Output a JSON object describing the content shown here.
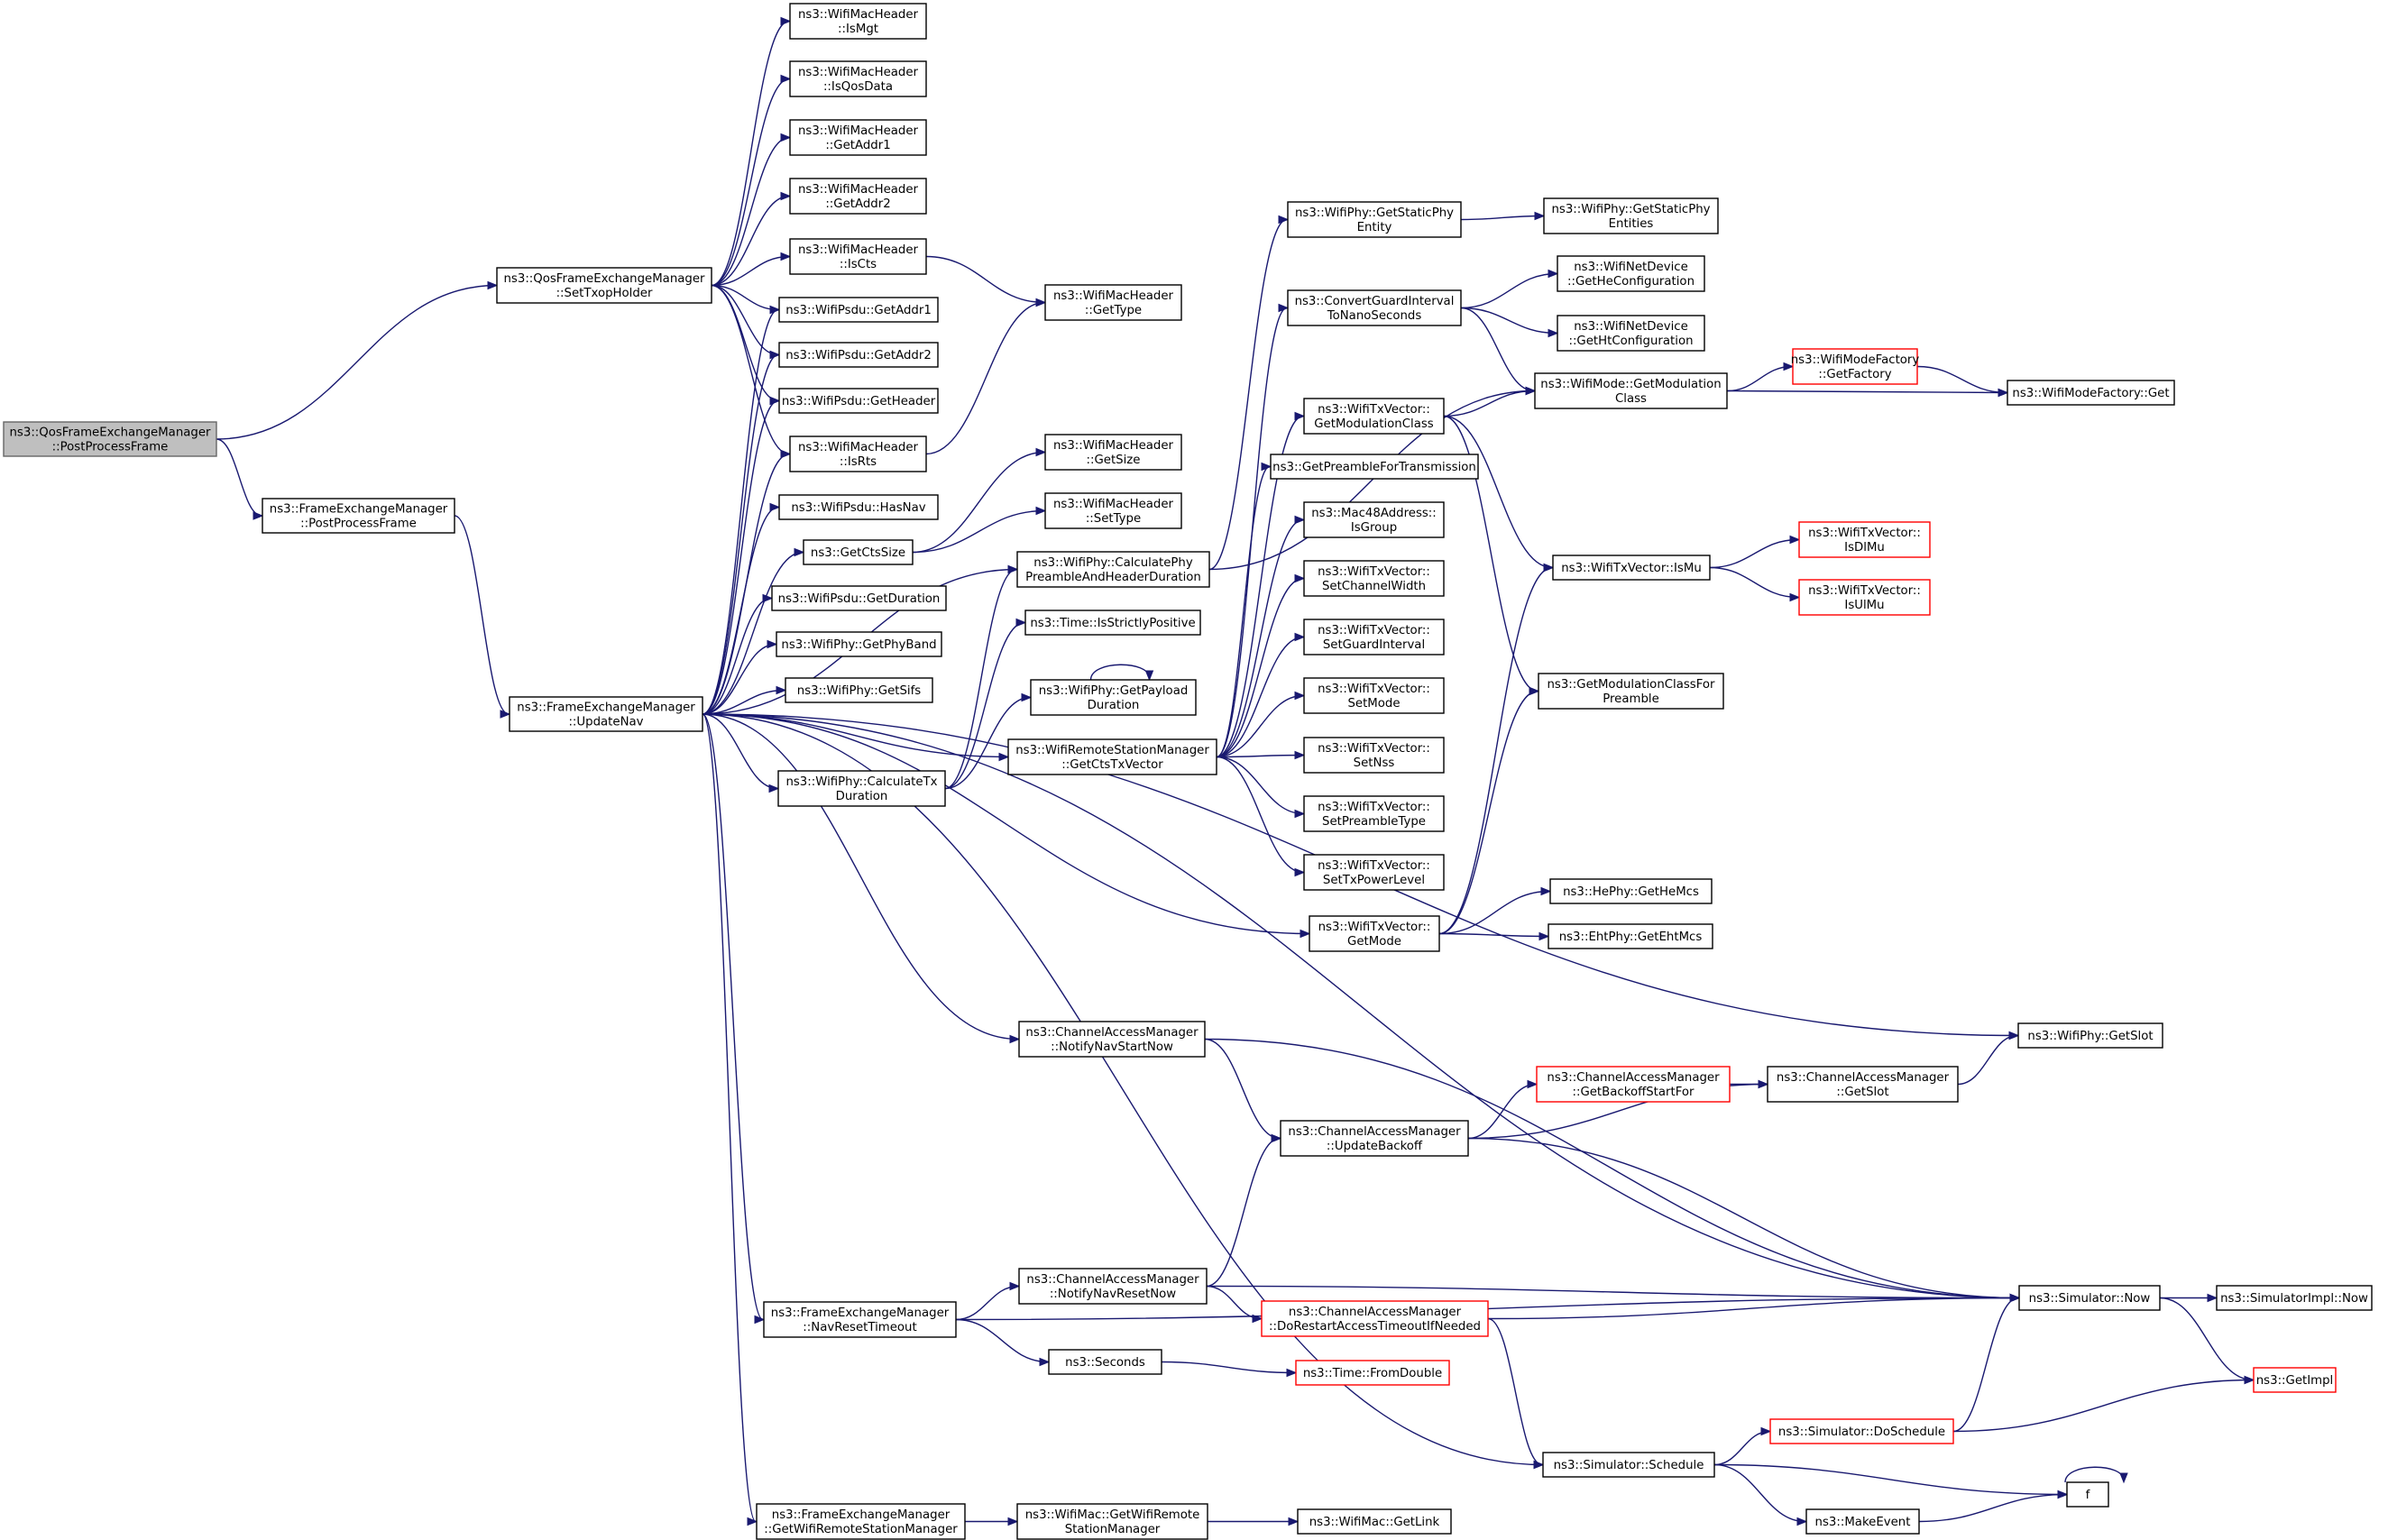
{
  "diagram": {
    "type": "call-graph",
    "root": "qos_post",
    "colors": {
      "edge": "#191970",
      "root_fill": "#bfbfbf",
      "truncated_border": "#ff0000",
      "node_border": "#000000"
    },
    "nodes": [
      {
        "id": "qos_post",
        "lines": [
          "ns3::QosFrameExchangeManager",
          "::PostProcessFrame"
        ],
        "root": true
      },
      {
        "id": "fem_post",
        "lines": [
          "ns3::FrameExchangeManager",
          "::PostProcessFrame"
        ]
      },
      {
        "id": "set_txop",
        "lines": [
          "ns3::QosFrameExchangeManager",
          "::SetTxopHolder"
        ]
      },
      {
        "id": "update_nav",
        "lines": [
          "ns3::FrameExchangeManager",
          "::UpdateNav"
        ]
      },
      {
        "id": "is_mgt",
        "lines": [
          "ns3::WifiMacHeader",
          "::IsMgt"
        ]
      },
      {
        "id": "is_qosdata",
        "lines": [
          "ns3::WifiMacHeader",
          "::IsQosData"
        ]
      },
      {
        "id": "get_addr1_h",
        "lines": [
          "ns3::WifiMacHeader",
          "::GetAddr1"
        ]
      },
      {
        "id": "get_addr2_h",
        "lines": [
          "ns3::WifiMacHeader",
          "::GetAddr2"
        ]
      },
      {
        "id": "is_cts",
        "lines": [
          "ns3::WifiMacHeader",
          "::IsCts"
        ]
      },
      {
        "id": "psdu_addr1",
        "lines": [
          "ns3::WifiPsdu::GetAddr1"
        ]
      },
      {
        "id": "psdu_addr2",
        "lines": [
          "ns3::WifiPsdu::GetAddr2"
        ]
      },
      {
        "id": "psdu_header",
        "lines": [
          "ns3::WifiPsdu::GetHeader"
        ]
      },
      {
        "id": "is_rts",
        "lines": [
          "ns3::WifiMacHeader",
          "::IsRts"
        ]
      },
      {
        "id": "has_nav",
        "lines": [
          "ns3::WifiPsdu::HasNav"
        ]
      },
      {
        "id": "get_cts_size",
        "lines": [
          "ns3::GetCtsSize"
        ]
      },
      {
        "id": "psdu_duration",
        "lines": [
          "ns3::WifiPsdu::GetDuration"
        ]
      },
      {
        "id": "phy_band",
        "lines": [
          "ns3::WifiPhy::GetPhyBand"
        ]
      },
      {
        "id": "phy_sifs",
        "lines": [
          "ns3::WifiPhy::GetSifs"
        ]
      },
      {
        "id": "calc_tx",
        "lines": [
          "ns3::WifiPhy::CalculateTx",
          "Duration"
        ]
      },
      {
        "id": "hdr_get_type",
        "lines": [
          "ns3::WifiMacHeader",
          "::GetType"
        ]
      },
      {
        "id": "hdr_get_size",
        "lines": [
          "ns3::WifiMacHeader",
          "::GetSize"
        ]
      },
      {
        "id": "hdr_set_type",
        "lines": [
          "ns3::WifiMacHeader",
          "::SetType"
        ]
      },
      {
        "id": "calc_preamble",
        "lines": [
          "ns3::WifiPhy::CalculatePhy",
          "PreambleAndHeaderDuration"
        ]
      },
      {
        "id": "strictly_pos",
        "lines": [
          "ns3::Time::IsStrictlyPositive"
        ]
      },
      {
        "id": "payload_dur",
        "lines": [
          "ns3::WifiPhy::GetPayload",
          "Duration"
        ]
      },
      {
        "id": "cts_txvector",
        "lines": [
          "ns3::WifiRemoteStationManager",
          "::GetCtsTxVector"
        ]
      },
      {
        "id": "static_phy",
        "lines": [
          "ns3::WifiPhy::GetStaticPhy",
          "Entity"
        ]
      },
      {
        "id": "static_phy_entities",
        "lines": [
          "ns3::WifiPhy::GetStaticPhy",
          "Entities"
        ]
      },
      {
        "id": "convert_gi",
        "lines": [
          "ns3::ConvertGuardInterval",
          "ToNanoSeconds"
        ]
      },
      {
        "id": "he_config",
        "lines": [
          "ns3::WifiNetDevice",
          "::GetHeConfiguration"
        ]
      },
      {
        "id": "ht_config",
        "lines": [
          "ns3::WifiNetDevice",
          "::GetHtConfiguration"
        ]
      },
      {
        "id": "mode_modclass",
        "lines": [
          "ns3::WifiMode::GetModulation",
          "Class"
        ]
      },
      {
        "id": "mode_factory_get_factory",
        "lines": [
          "ns3::WifiModeFactory",
          "::GetFactory"
        ],
        "truncated": true
      },
      {
        "id": "mode_factory_get",
        "lines": [
          "ns3::WifiModeFactory::Get"
        ]
      },
      {
        "id": "txv_modclass",
        "lines": [
          "ns3::WifiTxVector::",
          "GetModulationClass"
        ]
      },
      {
        "id": "preamble_tx",
        "lines": [
          "ns3::GetPreambleForTransmission"
        ]
      },
      {
        "id": "mac48_group",
        "lines": [
          "ns3::Mac48Address::",
          "IsGroup"
        ]
      },
      {
        "id": "set_chwidth",
        "lines": [
          "ns3::WifiTxVector::",
          "SetChannelWidth"
        ]
      },
      {
        "id": "set_gi",
        "lines": [
          "ns3::WifiTxVector::",
          "SetGuardInterval"
        ]
      },
      {
        "id": "set_mode",
        "lines": [
          "ns3::WifiTxVector::",
          "SetMode"
        ]
      },
      {
        "id": "set_nss",
        "lines": [
          "ns3::WifiTxVector::",
          "SetNss"
        ]
      },
      {
        "id": "set_preamble",
        "lines": [
          "ns3::WifiTxVector::",
          "SetPreambleType"
        ]
      },
      {
        "id": "set_txpower",
        "lines": [
          "ns3::WifiTxVector::",
          "SetTxPowerLevel"
        ]
      },
      {
        "id": "txv_getmode",
        "lines": [
          "ns3::WifiTxVector::",
          "GetMode"
        ]
      },
      {
        "id": "txv_ismu",
        "lines": [
          "ns3::WifiTxVector::IsMu"
        ]
      },
      {
        "id": "txv_isdlmu",
        "lines": [
          "ns3::WifiTxVector::",
          "IsDlMu"
        ],
        "truncated": true
      },
      {
        "id": "txv_isulmu",
        "lines": [
          "ns3::WifiTxVector::",
          "IsUlMu"
        ],
        "truncated": true
      },
      {
        "id": "modclass_preamble",
        "lines": [
          "ns3::GetModulationClassFor",
          "Preamble"
        ]
      },
      {
        "id": "he_mcs",
        "lines": [
          "ns3::HePhy::GetHeMcs"
        ]
      },
      {
        "id": "eht_mcs",
        "lines": [
          "ns3::EhtPhy::GetEhtMcs"
        ]
      },
      {
        "id": "notify_start",
        "lines": [
          "ns3::ChannelAccessManager",
          "::NotifyNavStartNow"
        ]
      },
      {
        "id": "phy_slot",
        "lines": [
          "ns3::WifiPhy::GetSlot"
        ]
      },
      {
        "id": "update_backoff",
        "lines": [
          "ns3::ChannelAccessManager",
          "::UpdateBackoff"
        ]
      },
      {
        "id": "backoff_start",
        "lines": [
          "ns3::ChannelAccessManager",
          "::GetBackoffStartFor"
        ],
        "truncated": true
      },
      {
        "id": "cam_slot",
        "lines": [
          "ns3::ChannelAccessManager",
          "::GetSlot"
        ]
      },
      {
        "id": "nav_reset_timeout",
        "lines": [
          "ns3::FrameExchangeManager",
          "::NavResetTimeout"
        ]
      },
      {
        "id": "notify_reset",
        "lines": [
          "ns3::ChannelAccessManager",
          "::NotifyNavResetNow"
        ]
      },
      {
        "id": "do_restart",
        "lines": [
          "ns3::ChannelAccessManager",
          "::DoRestartAccessTimeoutIfNeeded"
        ],
        "truncated": true
      },
      {
        "id": "sim_now",
        "lines": [
          "ns3::Simulator::Now"
        ]
      },
      {
        "id": "simimpl_now",
        "lines": [
          "ns3::SimulatorImpl::Now"
        ]
      },
      {
        "id": "seconds",
        "lines": [
          "ns3::Seconds"
        ]
      },
      {
        "id": "from_double",
        "lines": [
          "ns3::Time::FromDouble"
        ],
        "truncated": true
      },
      {
        "id": "get_impl",
        "lines": [
          "ns3::GetImpl"
        ],
        "truncated": true
      },
      {
        "id": "do_schedule",
        "lines": [
          "ns3::Simulator::DoSchedule"
        ],
        "truncated": true
      },
      {
        "id": "schedule",
        "lines": [
          "ns3::Simulator::Schedule"
        ]
      },
      {
        "id": "f",
        "lines": [
          "f"
        ]
      },
      {
        "id": "make_event",
        "lines": [
          "ns3::MakeEvent"
        ]
      },
      {
        "id": "get_rsm",
        "lines": [
          "ns3::FrameExchangeManager",
          "::GetWifiRemoteStationManager"
        ]
      },
      {
        "id": "mac_get_rsm",
        "lines": [
          "ns3::WifiMac::GetWifiRemote",
          "StationManager"
        ]
      },
      {
        "id": "mac_get_link",
        "lines": [
          "ns3::WifiMac::GetLink"
        ]
      }
    ],
    "edges": [
      [
        "qos_post",
        "set_txop"
      ],
      [
        "qos_post",
        "fem_post"
      ],
      [
        "fem_post",
        "update_nav"
      ],
      [
        "set_txop",
        "is_mgt"
      ],
      [
        "set_txop",
        "is_qosdata"
      ],
      [
        "set_txop",
        "get_addr1_h"
      ],
      [
        "set_txop",
        "get_addr2_h"
      ],
      [
        "set_txop",
        "is_cts"
      ],
      [
        "set_txop",
        "psdu_addr1"
      ],
      [
        "set_txop",
        "psdu_addr2"
      ],
      [
        "set_txop",
        "psdu_header"
      ],
      [
        "set_txop",
        "is_rts"
      ],
      [
        "is_cts",
        "hdr_get_type"
      ],
      [
        "is_rts",
        "hdr_get_type"
      ],
      [
        "update_nav",
        "psdu_addr1"
      ],
      [
        "update_nav",
        "psdu_addr2"
      ],
      [
        "update_nav",
        "psdu_header"
      ],
      [
        "update_nav",
        "is_rts"
      ],
      [
        "update_nav",
        "has_nav"
      ],
      [
        "update_nav",
        "get_cts_size"
      ],
      [
        "update_nav",
        "psdu_duration"
      ],
      [
        "update_nav",
        "phy_band"
      ],
      [
        "update_nav",
        "phy_sifs"
      ],
      [
        "update_nav",
        "calc_tx"
      ],
      [
        "update_nav",
        "calc_preamble"
      ],
      [
        "update_nav",
        "cts_txvector"
      ],
      [
        "update_nav",
        "txv_getmode"
      ],
      [
        "update_nav",
        "phy_slot"
      ],
      [
        "update_nav",
        "notify_start"
      ],
      [
        "update_nav",
        "sim_now"
      ],
      [
        "update_nav",
        "nav_reset_timeout"
      ],
      [
        "update_nav",
        "schedule"
      ],
      [
        "update_nav",
        "get_rsm"
      ],
      [
        "get_cts_size",
        "hdr_get_size"
      ],
      [
        "get_cts_size",
        "hdr_set_type"
      ],
      [
        "calc_tx",
        "calc_preamble"
      ],
      [
        "calc_tx",
        "strictly_pos"
      ],
      [
        "calc_tx",
        "payload_dur"
      ],
      [
        "payload_dur",
        "payload_dur"
      ],
      [
        "calc_preamble",
        "static_phy"
      ],
      [
        "calc_preamble",
        "mode_modclass"
      ],
      [
        "static_phy",
        "static_phy_entities"
      ],
      [
        "cts_txvector",
        "convert_gi"
      ],
      [
        "cts_txvector",
        "txv_modclass"
      ],
      [
        "cts_txvector",
        "preamble_tx"
      ],
      [
        "cts_txvector",
        "mac48_group"
      ],
      [
        "cts_txvector",
        "set_chwidth"
      ],
      [
        "cts_txvector",
        "set_gi"
      ],
      [
        "cts_txvector",
        "set_mode"
      ],
      [
        "cts_txvector",
        "set_nss"
      ],
      [
        "cts_txvector",
        "set_preamble"
      ],
      [
        "cts_txvector",
        "set_txpower"
      ],
      [
        "convert_gi",
        "he_config"
      ],
      [
        "convert_gi",
        "ht_config"
      ],
      [
        "convert_gi",
        "mode_modclass"
      ],
      [
        "txv_modclass",
        "mode_modclass"
      ],
      [
        "txv_modclass",
        "txv_ismu"
      ],
      [
        "txv_modclass",
        "modclass_preamble"
      ],
      [
        "mode_modclass",
        "mode_factory_get_factory"
      ],
      [
        "mode_modclass",
        "mode_factory_get"
      ],
      [
        "mode_factory_get_factory",
        "mode_factory_get"
      ],
      [
        "txv_ismu",
        "txv_isdlmu"
      ],
      [
        "txv_ismu",
        "txv_isulmu"
      ],
      [
        "txv_getmode",
        "he_mcs"
      ],
      [
        "txv_getmode",
        "eht_mcs"
      ],
      [
        "txv_getmode",
        "txv_ismu"
      ],
      [
        "txv_getmode",
        "modclass_preamble"
      ],
      [
        "notify_start",
        "sim_now"
      ],
      [
        "notify_start",
        "update_backoff"
      ],
      [
        "update_backoff",
        "backoff_start"
      ],
      [
        "update_backoff",
        "cam_slot"
      ],
      [
        "update_backoff",
        "sim_now"
      ],
      [
        "backoff_start",
        "cam_slot"
      ],
      [
        "cam_slot",
        "phy_slot"
      ],
      [
        "nav_reset_timeout",
        "notify_reset"
      ],
      [
        "nav_reset_timeout",
        "seconds"
      ],
      [
        "nav_reset_timeout",
        "sim_now"
      ],
      [
        "notify_reset",
        "update_backoff"
      ],
      [
        "notify_reset",
        "do_restart"
      ],
      [
        "notify_reset",
        "sim_now"
      ],
      [
        "do_restart",
        "sim_now"
      ],
      [
        "do_restart",
        "schedule"
      ],
      [
        "seconds",
        "from_double"
      ],
      [
        "sim_now",
        "simimpl_now"
      ],
      [
        "sim_now",
        "get_impl"
      ],
      [
        "schedule",
        "do_schedule"
      ],
      [
        "schedule",
        "f"
      ],
      [
        "schedule",
        "make_event"
      ],
      [
        "do_schedule",
        "sim_now"
      ],
      [
        "do_schedule",
        "get_impl"
      ],
      [
        "make_event",
        "f"
      ],
      [
        "f",
        "f"
      ],
      [
        "get_rsm",
        "mac_get_rsm"
      ],
      [
        "mac_get_rsm",
        "mac_get_link"
      ]
    ]
  }
}
